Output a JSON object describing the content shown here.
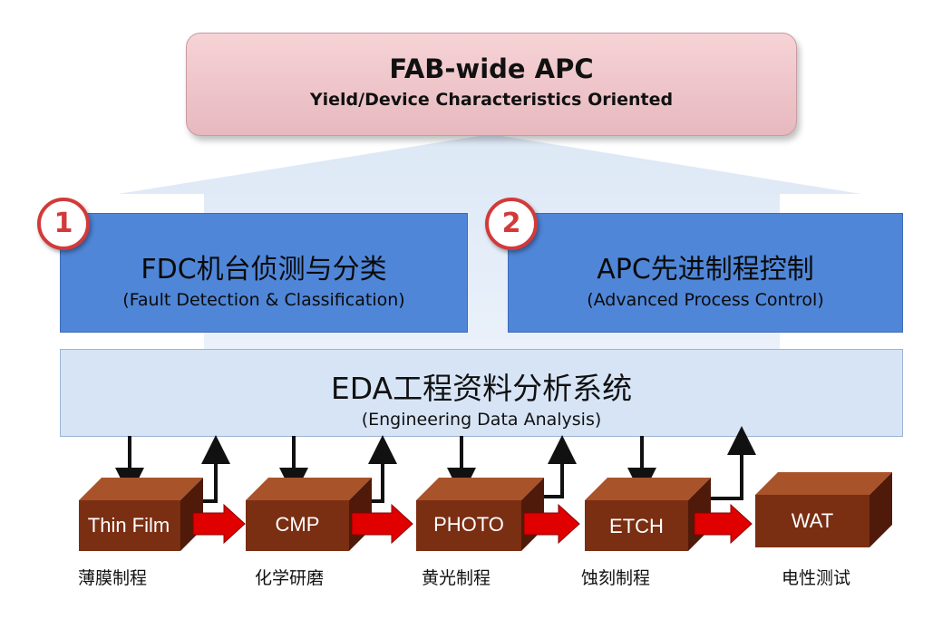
{
  "top": {
    "title": "FAB-wide APC",
    "subtitle": "Yield/Device Characteristics Oriented"
  },
  "fdc": {
    "number": "1",
    "title": "FDC机台侦测与分类",
    "subtitle": "(Fault Detection & Classification)"
  },
  "apc": {
    "number": "2",
    "title": "APC先进制程控制",
    "subtitle": "(Advanced Process Control)"
  },
  "eda": {
    "title": "EDA工程资料分析系统",
    "subtitle": "(Engineering Data Analysis)"
  },
  "steps": [
    {
      "label": "Thin Film",
      "name": "薄膜制程"
    },
    {
      "label": "CMP",
      "name": "化学研磨"
    },
    {
      "label": "PHOTO",
      "name": "黄光制程"
    },
    {
      "label": "ETCH",
      "name": "蚀刻制程"
    },
    {
      "label": "WAT",
      "name": "电性测试"
    }
  ],
  "colors": {
    "top_box": "#e7b9bf",
    "blue_box": "#4f86d8",
    "eda_box": "#d6e4f6",
    "process_box": "#7a2e12",
    "flow_arrow": "#e00000",
    "badge": "#d23a3a"
  }
}
